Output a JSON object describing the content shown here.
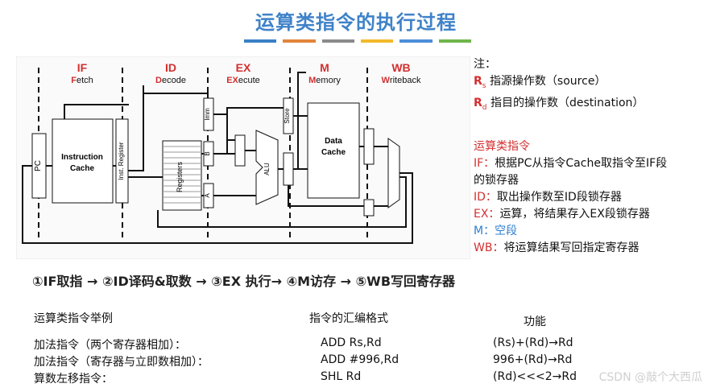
{
  "title": "运算类指令的执行过程",
  "colors": [
    "#3a80c6",
    "#e2843b",
    "#8a8a8a",
    "#f2b92b",
    "#4d8ed8",
    "#6fb64a"
  ],
  "stages": [
    {
      "abbr": "IF",
      "first": "F",
      "rest": "etch"
    },
    {
      "abbr": "ID",
      "first": "D",
      "rest": "ecode"
    },
    {
      "abbr": "EX",
      "first": "EX",
      "rest": "ecute"
    },
    {
      "abbr": "M",
      "first": "M",
      "rest": "emory"
    },
    {
      "abbr": "WB",
      "first": "W",
      "rest": "riteback"
    }
  ],
  "blocks": {
    "pc": "PC",
    "icache_1": "Instruction",
    "icache_2": "Cache",
    "inst_reg": "Inst. Register",
    "registers": "Registers",
    "imm": "Imm",
    "b": "B",
    "a": "A",
    "alu": "ALU",
    "store": "Store",
    "dcache_1": "Data",
    "dcache_2": "Cache"
  },
  "notes": {
    "heading": "注：",
    "rs_sym": "R",
    "rs_sub": "s",
    "rs_text": "指源操作数（source）",
    "rd_sym": "R",
    "rd_sub": "d",
    "rd_text": "指目的操作数（destination）",
    "section": "运算类指令",
    "if_key": "IF：",
    "if_text": "根据PC从指令Cache取指令至IF段",
    "if_text2": "的锁存器",
    "id_key": "ID：",
    "id_text": "取出操作数至ID段锁存器",
    "ex_key": "EX：",
    "ex_text": "运算，将结果存入EX段锁存器",
    "m_key": "M：",
    "m_text": "空段",
    "wb_key": "WB：",
    "wb_text": "将运算结果写回指定寄存器"
  },
  "flow": "①IF取指 → ②ID译码&取数 → ③EX 执行→ ④M访存 → ⑤WB写回寄存器",
  "examples": {
    "col1": "运算类指令举例",
    "col2": "指令的汇编格式",
    "col3": "功能",
    "rows": [
      {
        "desc": "加法指令（两个寄存器相加）：",
        "asm": "ADD  Rs,Rd",
        "func": "(Rs)+(Rd)→Rd"
      },
      {
        "desc": "加法指令（寄存器与立即数相加）：",
        "asm": "ADD  #996,Rd",
        "func": "996+(Rd)→Rd"
      },
      {
        "desc": "算数左移指令：",
        "asm": "SHL  Rd",
        "func": "(Rd)<<<2→Rd"
      }
    ]
  },
  "watermark": "CSDN @敲个大西瓜"
}
